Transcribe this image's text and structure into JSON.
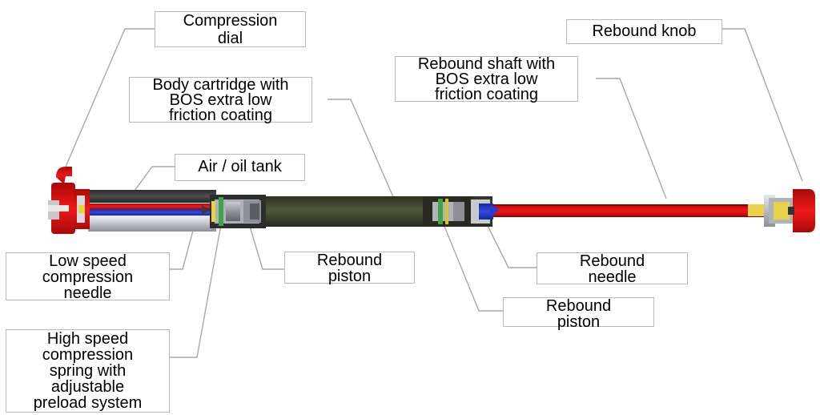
{
  "labels": {
    "compression_dial": "Compression\ndial",
    "rebound_knob": "Rebound knob",
    "rebound_shaft": "Rebound shaft with\nBOS extra low\nfriction coating",
    "body_cartridge": "Body cartridge with\nBOS extra low\nfriction coating",
    "air_oil_tank": "Air / oil tank",
    "low_speed_needle": "Low speed\ncompression\nneedle",
    "rebound_piston_left": "Rebound\npiston",
    "rebound_needle": "Rebound\nneedle",
    "rebound_piston_right": "Rebound\npiston",
    "high_speed_spring": "High speed\ncompression\nspring with\nadjustable\npreload system"
  },
  "colors": {
    "dial_red": "#e0111a",
    "oil_red": "#e01010",
    "oil_blue": "#2034c8",
    "body_dark": "#3b4228",
    "tank_dark": "#3a3a3a",
    "tank_silver": "#b9bcc4",
    "leader_line": "#a8a8a8",
    "brass": "#e8d24a"
  }
}
